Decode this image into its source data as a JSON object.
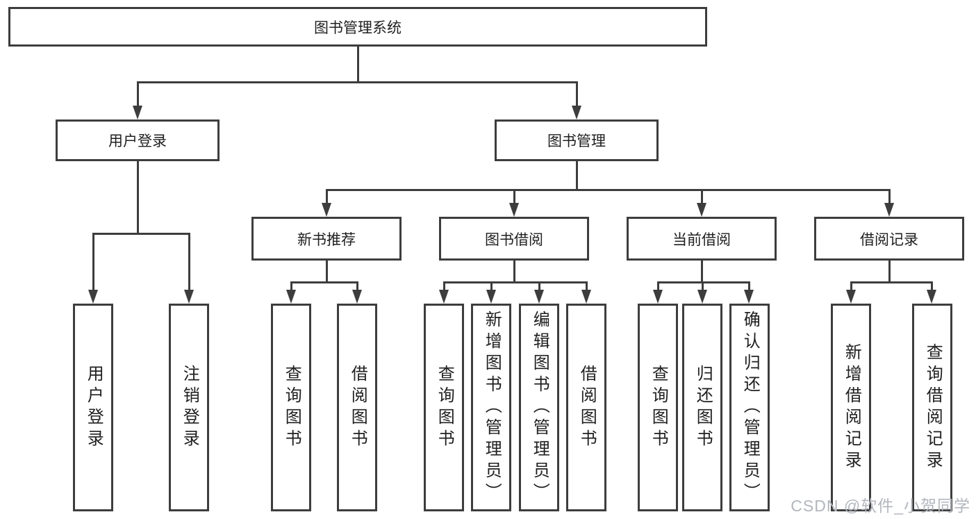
{
  "diagram": {
    "root": "图书管理系统",
    "level2": {
      "user_login": "用户登录",
      "book_mgmt": "图书管理"
    },
    "level3": {
      "new_book": "新书推荐",
      "book_borrow": "图书借阅",
      "current_borrow": "当前借阅",
      "borrow_record": "借阅记录"
    },
    "leaves": {
      "login": [
        "用户登录",
        "注销登录"
      ],
      "new_book": [
        "查询图书",
        "借阅图书"
      ],
      "book_borrow": [
        "查询图书",
        "新增图书（管理员）",
        "编辑图书（管理员）",
        "借阅图书"
      ],
      "current_borrow": [
        "查询图书",
        "归还图书",
        "确认归还（管理员）"
      ],
      "borrow_record": [
        "新增借阅记录",
        "查询借阅记录"
      ]
    }
  },
  "watermark": "CSDN @软件_小贺同学",
  "colors": {
    "line": "#3d3d3d",
    "text": "#1f1f1f",
    "background": "#ffffff",
    "watermark": "#b2b6bc"
  }
}
